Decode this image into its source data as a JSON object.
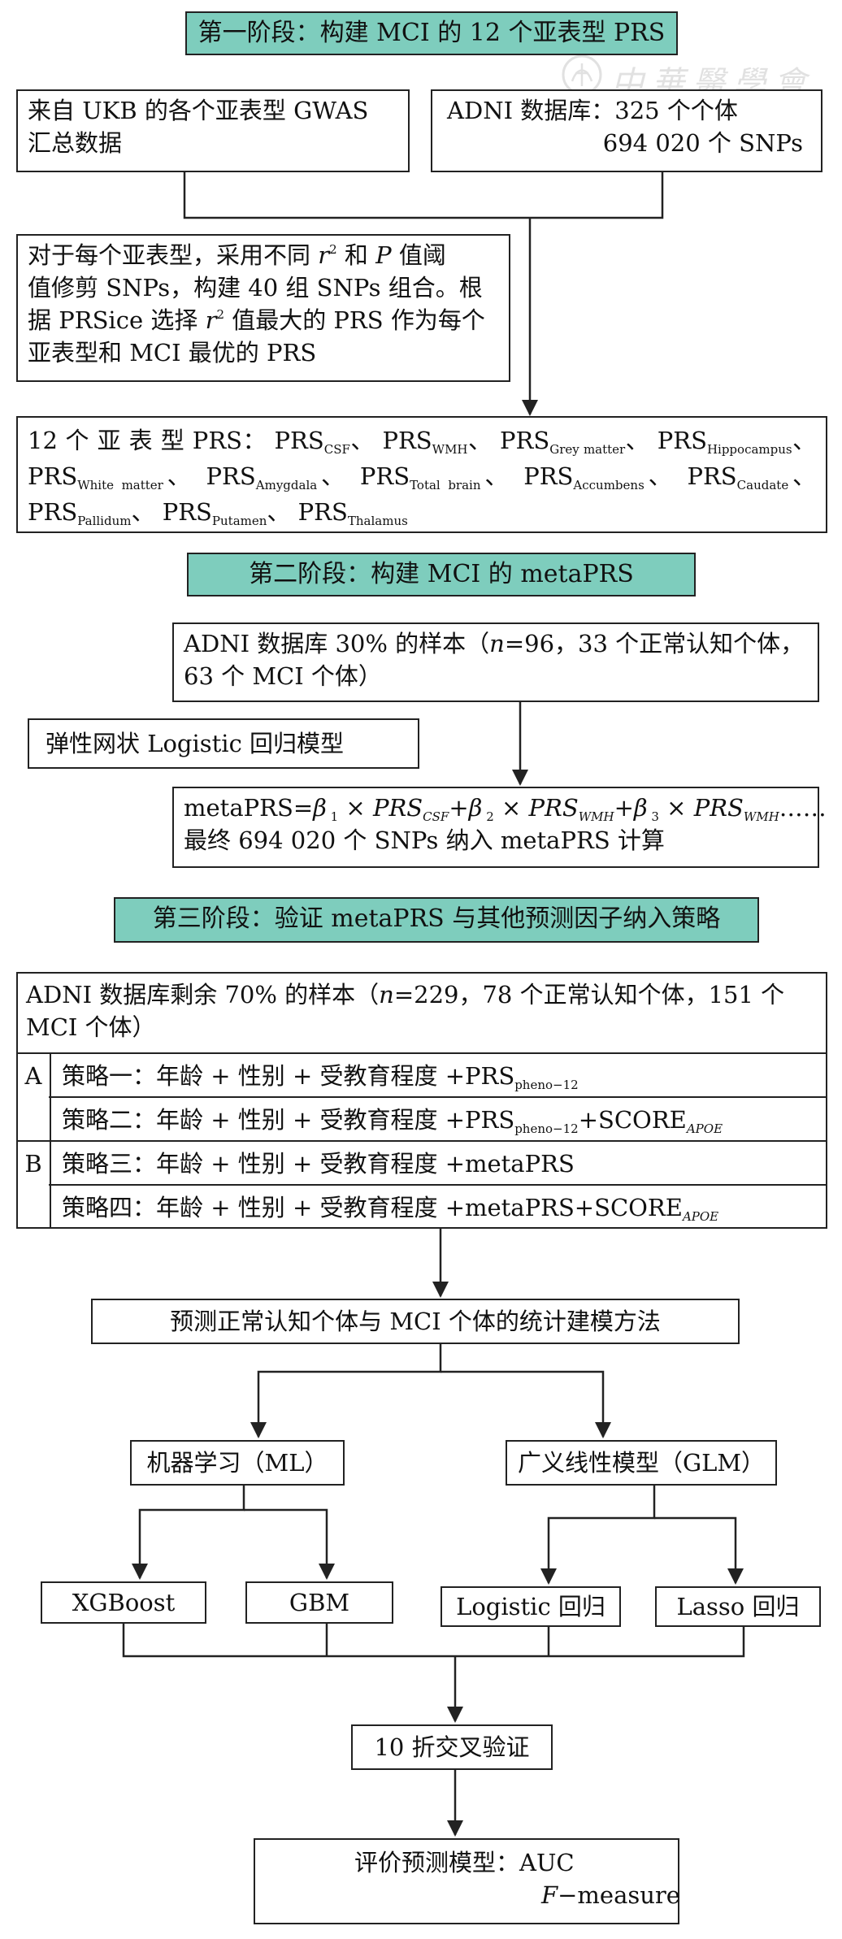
{
  "watermark": {
    "text": "中華醫學會",
    "logo": "cma-seal-icon"
  },
  "stage1": {
    "title": "第一阶段：构建 MCI 的 12 个亚表型 PRS",
    "ukb_box": {
      "line1": "来自 UKB 的各个亚表型 GWAS",
      "line2": "汇总数据"
    },
    "adni_box": {
      "line1": "ADNI 数据库：325 个个体",
      "line2": "694 020 个 SNPs"
    },
    "method_box": {
      "l1a": "对于每个亚表型，采用不同 ",
      "l1r": "r",
      "l1sup": "2",
      "l1b": " 和 ",
      "l1p": "P",
      "l1c": " 值阈",
      "l2": "值修剪 SNPs，构建 40 组 SNPs 组合。根",
      "l3a": "据 PRSice 选择 ",
      "l3r": "r",
      "l3sup": "2",
      "l3b": " 值最大的 PRS 作为每个",
      "l4": "亚表型和 MCI 最优的 PRS"
    },
    "prs_box": {
      "prefix": "12 个 亚 表 型 PRS：",
      "base": "PRS",
      "sep": "、",
      "subs": [
        "CSF",
        "WMH",
        "Grey matter",
        "Hippocampus",
        "White matter",
        "Amygdala",
        "Total brain",
        "Accumbens",
        "Caudate",
        "Pallidum",
        "Putamen",
        "Thalamus"
      ]
    }
  },
  "stage2": {
    "title": "第二阶段：构建 MCI 的 metaPRS",
    "sample_box": {
      "l1a": "ADNI 数据库 30% 的样本（",
      "l1n": "n",
      "l1b": "=96，33 个正常认知个体，",
      "l2": "63 个 MCI 个体）"
    },
    "model_box": "弹性网状 Logistic 回归模型",
    "formula_box": {
      "lead": "metaPRS=",
      "beta": "β",
      "sub1": " 1",
      "sub2": " 2",
      "sub3": " 3",
      "times": "×",
      "plus": "+",
      "prs": "PRS",
      "t1": "CSF",
      "t2": "WMH",
      "t3": "WMH",
      "ellipsis": "……",
      "line2": "最终 694 020 个 SNPs 纳入 metaPRS 计算"
    }
  },
  "stage3": {
    "title": "第三阶段：验证 metaPRS 与其他预测因子纳入策略",
    "sample_box": {
      "l1a": "ADNI 数据库剩余 70% 的样本（",
      "l1n": "n",
      "l1b": "=229，78 个正常认知个体，151 个",
      "l2": "MCI 个体）"
    },
    "groups": [
      {
        "letter": "A"
      },
      {
        "letter": "B"
      }
    ],
    "strategies": {
      "s1": {
        "text": "策略一：年龄 + 性别 + 受教育程度 +PRS",
        "sub": "pheno−12"
      },
      "s2": {
        "text": "策略二：年龄 + 性别 + 受教育程度 +PRS",
        "sub": "pheno−12",
        "tail": "+SCORE",
        "tailsub": "APOE"
      },
      "s3": {
        "text": "策略三：年龄 + 性别 + 受教育程度 +metaPRS"
      },
      "s4": {
        "text": "策略四：年龄 + 性别 + 受教育程度 +metaPRS+SCORE",
        "tailsub": "APOE"
      }
    },
    "methods_box": "预测正常认知个体与 MCI 个体的统计建模方法",
    "ml_box": "机器学习（ML）",
    "glm_box": "广义线性模型（GLM）",
    "xgboost": "XGBoost",
    "gbm": "GBM",
    "logistic": "Logistic 回归",
    "lasso": "Lasso 回归",
    "cv_box": "10 折交叉验证",
    "eval_box": {
      "line1": "评价预测模型：AUC",
      "line2_italic": "F",
      "line2_rest": "−measure"
    }
  }
}
